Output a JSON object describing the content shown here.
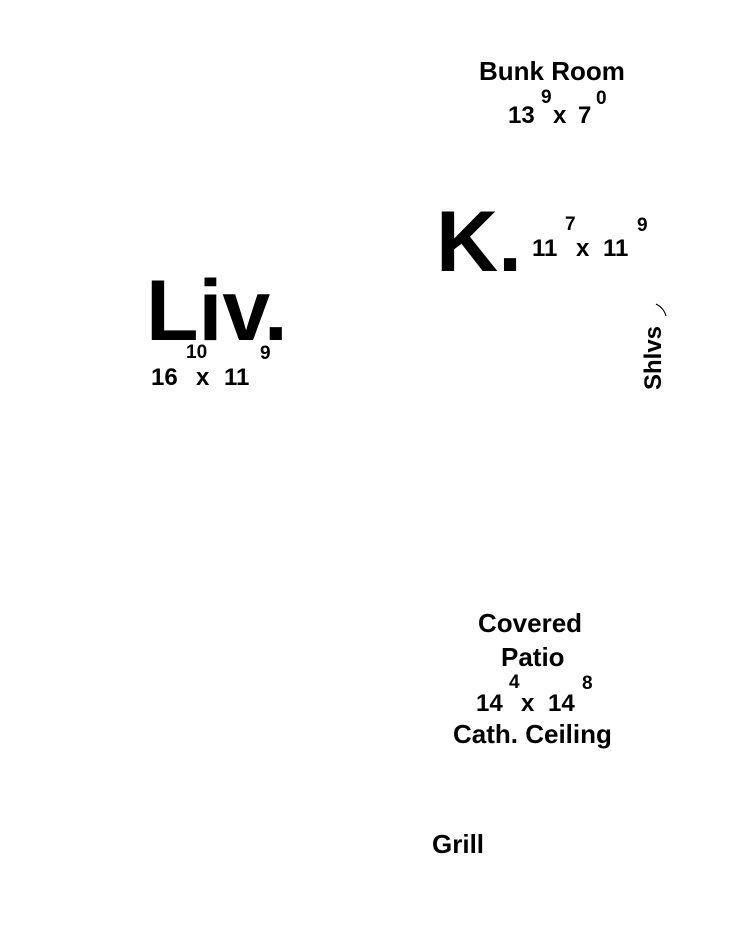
{
  "rooms": {
    "bunk": {
      "name": "Bunk Room",
      "width_ft": "13",
      "width_in": "9",
      "sep": "x",
      "depth_ft": "7",
      "depth_in": "0"
    },
    "kitchen": {
      "name": "K.",
      "width_ft": "11",
      "width_in": "7",
      "sep": "x",
      "depth_ft": "11",
      "depth_in": "9"
    },
    "living": {
      "name": "Liv.",
      "width_ft": "16",
      "width_in": "10",
      "sep": "x",
      "depth_ft": "11",
      "depth_in": "9"
    },
    "patio": {
      "name_line1": "Covered",
      "name_line2": "Patio",
      "width_ft": "14",
      "width_in": "4",
      "sep": "x",
      "depth_ft": "14",
      "depth_in": "8",
      "note": "Cath. Ceiling"
    }
  },
  "labels": {
    "shelves": "Shlvs",
    "grill": "Grill"
  }
}
